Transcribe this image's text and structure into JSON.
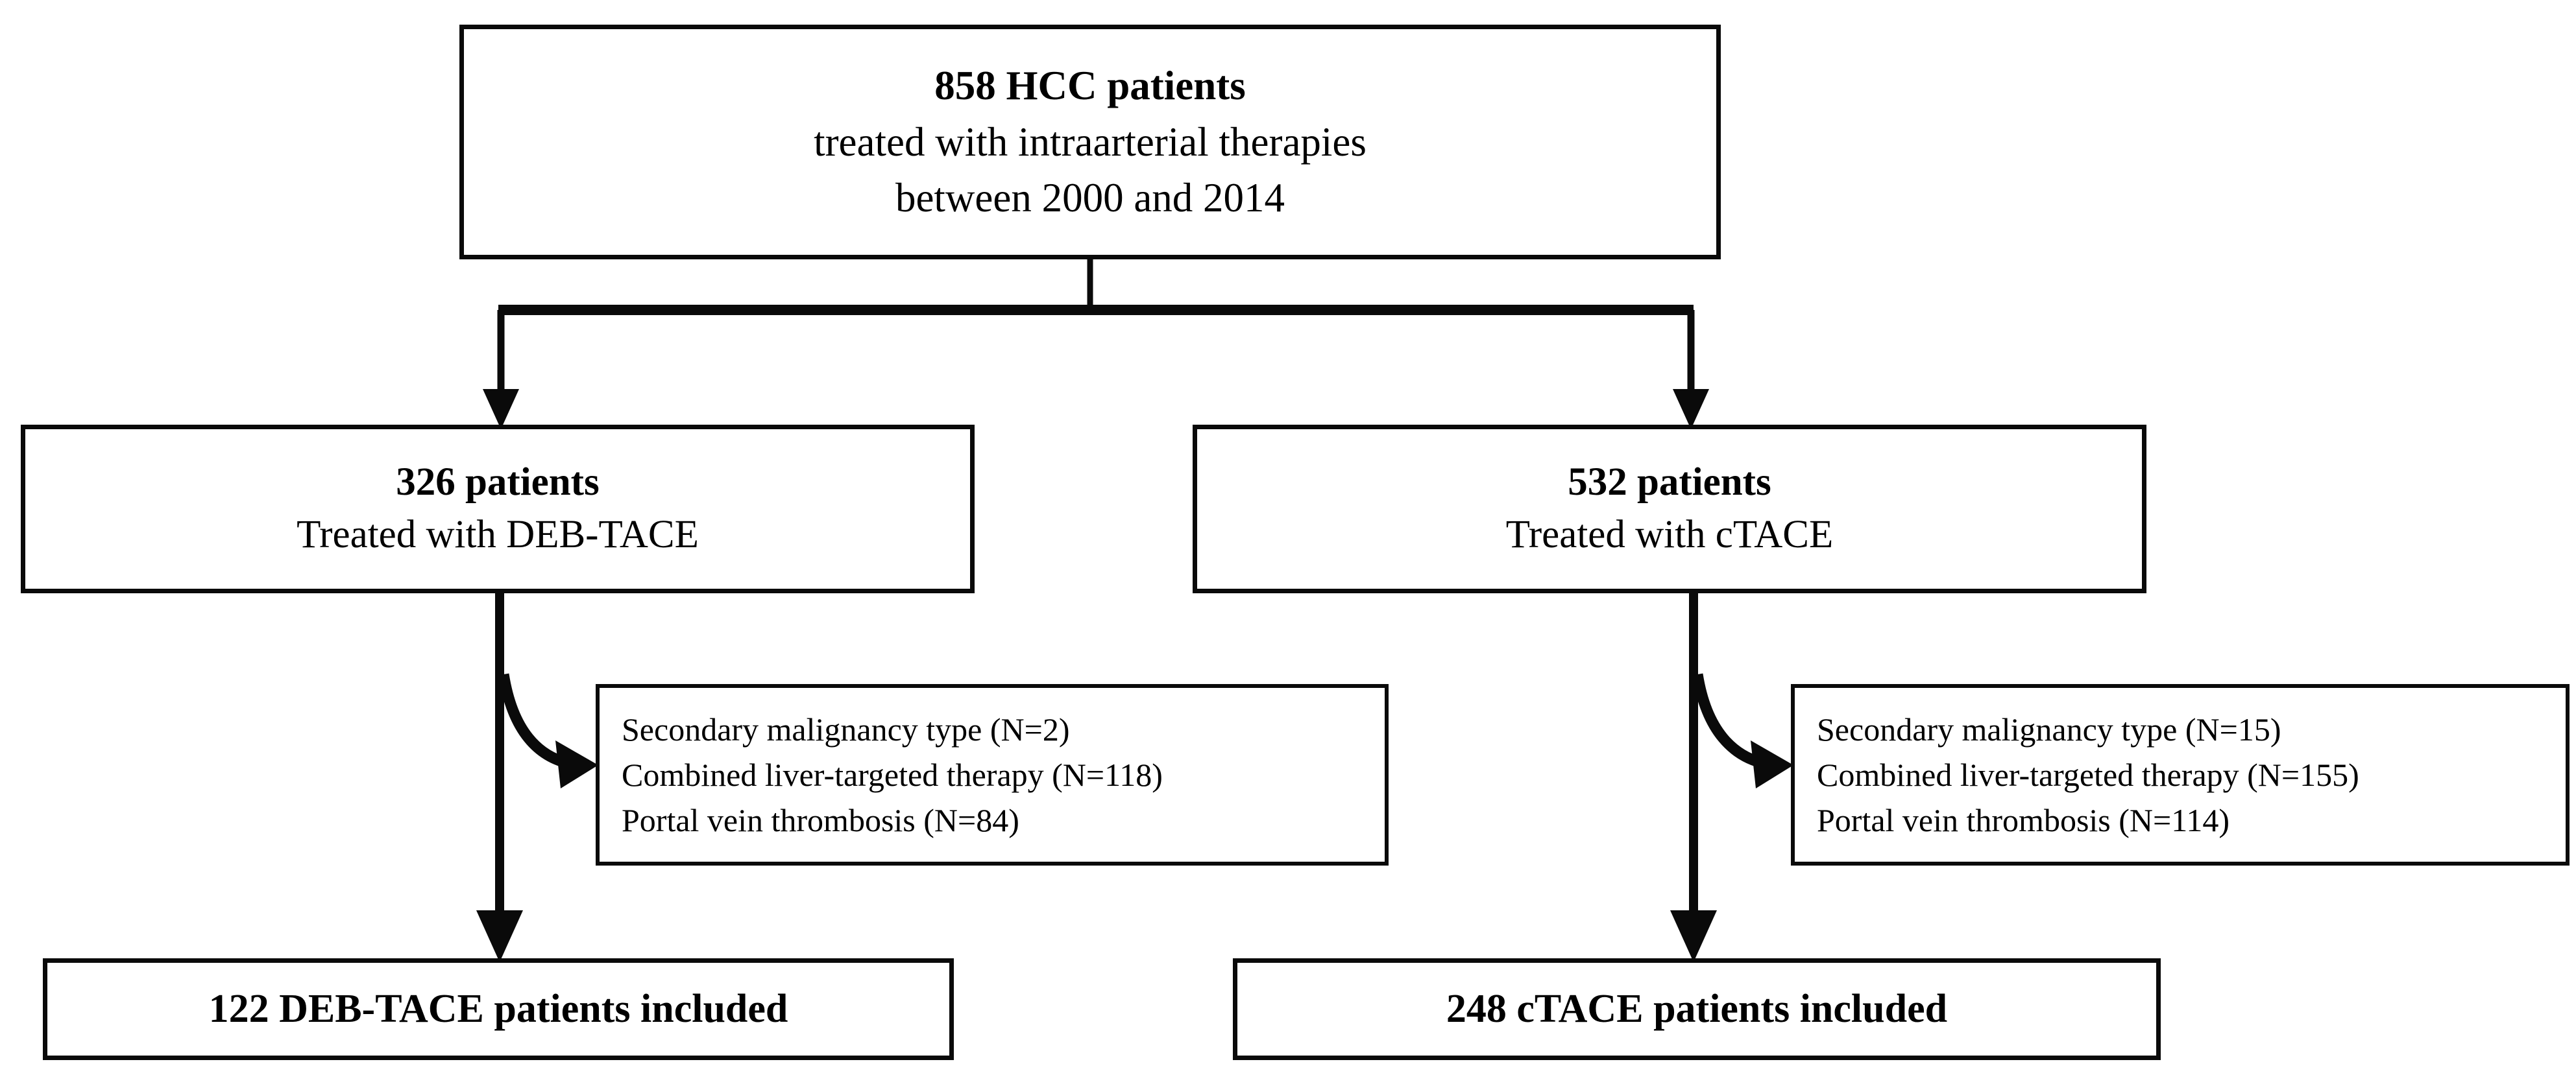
{
  "figure": {
    "type": "flowchart",
    "orientation": "top-down",
    "accent_color": "#0a0a0a",
    "background_color": "#ffffff"
  },
  "nodes": {
    "cohort": {
      "line1": "858 HCC patients",
      "line2": "treated with intraarterial therapies",
      "line3": "between 2000 and 2014"
    },
    "deb_arm": {
      "line1": "326 patients",
      "line2": "Treated with DEB-TACE"
    },
    "ctace_arm": {
      "line1": "532 patients",
      "line2": "Treated with cTACE"
    },
    "deb_exclusions": {
      "line1": "Secondary malignancy type (N=2)",
      "line2": "Combined liver-targeted therapy (N=118)",
      "line3": "Portal vein thrombosis (N=84)"
    },
    "ctace_exclusions": {
      "line1": "Secondary malignancy type (N=15)",
      "line2": "Combined liver-targeted therapy (N=155)",
      "line3": "Portal vein thrombosis (N=114)"
    },
    "deb_final": {
      "line1": "122 DEB-TACE patients included"
    },
    "ctace_final": {
      "line1": "248 cTACE patients included"
    }
  },
  "chart_data": {
    "type": "diagram",
    "title": "858 HCC patients treated with intraarterial therapies between 2000 and 2014",
    "total_enrolled": 858,
    "arms": [
      {
        "name": "DEB-TACE",
        "initial": 326,
        "included": 122,
        "exclusions": [
          {
            "reason": "Secondary malignancy type",
            "n": 2
          },
          {
            "reason": "Combined liver-targeted therapy",
            "n": 118
          },
          {
            "reason": "Portal vein thrombosis",
            "n": 84
          }
        ]
      },
      {
        "name": "cTACE",
        "initial": 532,
        "included": 248,
        "exclusions": [
          {
            "reason": "Secondary malignancy type",
            "n": 15
          },
          {
            "reason": "Combined liver-targeted therapy",
            "n": 155
          },
          {
            "reason": "Portal vein thrombosis",
            "n": 114
          }
        ]
      }
    ]
  }
}
